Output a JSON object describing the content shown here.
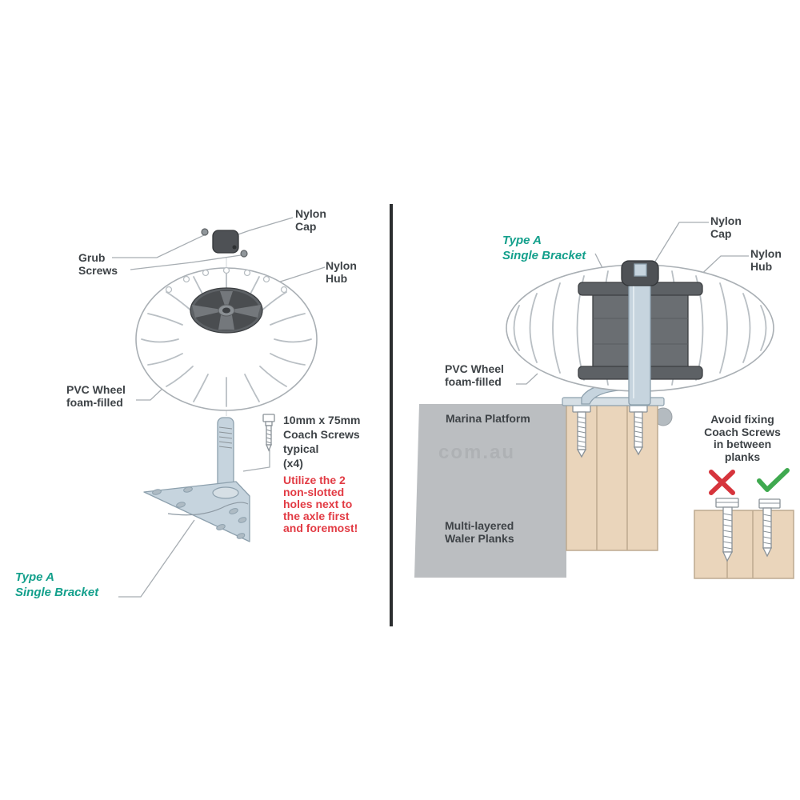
{
  "diagram_title_semantic": "Dock wheel Type A single bracket installation diagram",
  "left_panel": {
    "labels": {
      "nylon_cap": "Nylon\nCap",
      "grub_screws": "Grub\nScrews",
      "nylon_hub": "Nylon\nHub",
      "pvc_wheel": "PVC Wheel\nfoam-filled",
      "coach_screws": "10mm x 75mm\nCoach Screws\ntypical\n(x4)",
      "warning": "Utilize the 2\nnon-slotted\nholes next to\nthe axle first\nand foremost!",
      "bracket": "Type A\nSingle Bracket"
    }
  },
  "right_panel": {
    "labels": {
      "bracket": "Type A\nSingle Bracket",
      "nylon_cap": "Nylon\nCap",
      "nylon_hub": "Nylon\nHub",
      "pvc_wheel": "PVC Wheel\nfoam-filled",
      "marina_platform": "Marina Platform",
      "waler_planks": "Multi-layered\nWaler Planks",
      "avoid_note": "Avoid fixing\nCoach Screws\nin between\nplanks"
    },
    "icons": {
      "cross": "✗",
      "check": "✓"
    }
  },
  "watermark_text": "com.au",
  "colors": {
    "teal": "#14a08c",
    "warning_red": "#e23b44",
    "text": "#3e4347",
    "line": "#a7adb2",
    "divider": "#2b2e30",
    "wheel_stroke": "#a9afb4",
    "rib": "#b9bfc4",
    "hub": "#5d6165",
    "hub_body": "#6a6e72",
    "hub_dark": "#3c3f42",
    "hub_light": "#74787c",
    "cap": "#4e5155",
    "cap_edge": "#34373a",
    "metal": "#c6d4de",
    "metal_light": "#d6dfe5",
    "metal_edge": "#8da0ad",
    "hole": "#aebbc4",
    "wood": "#ead5bb",
    "wood_edge": "#bdaa90",
    "platform": "#bbbec1",
    "screw_edge": "#8a9298",
    "cross": "#d6343c",
    "check": "#3fa94f",
    "watermark": "#75797d"
  }
}
